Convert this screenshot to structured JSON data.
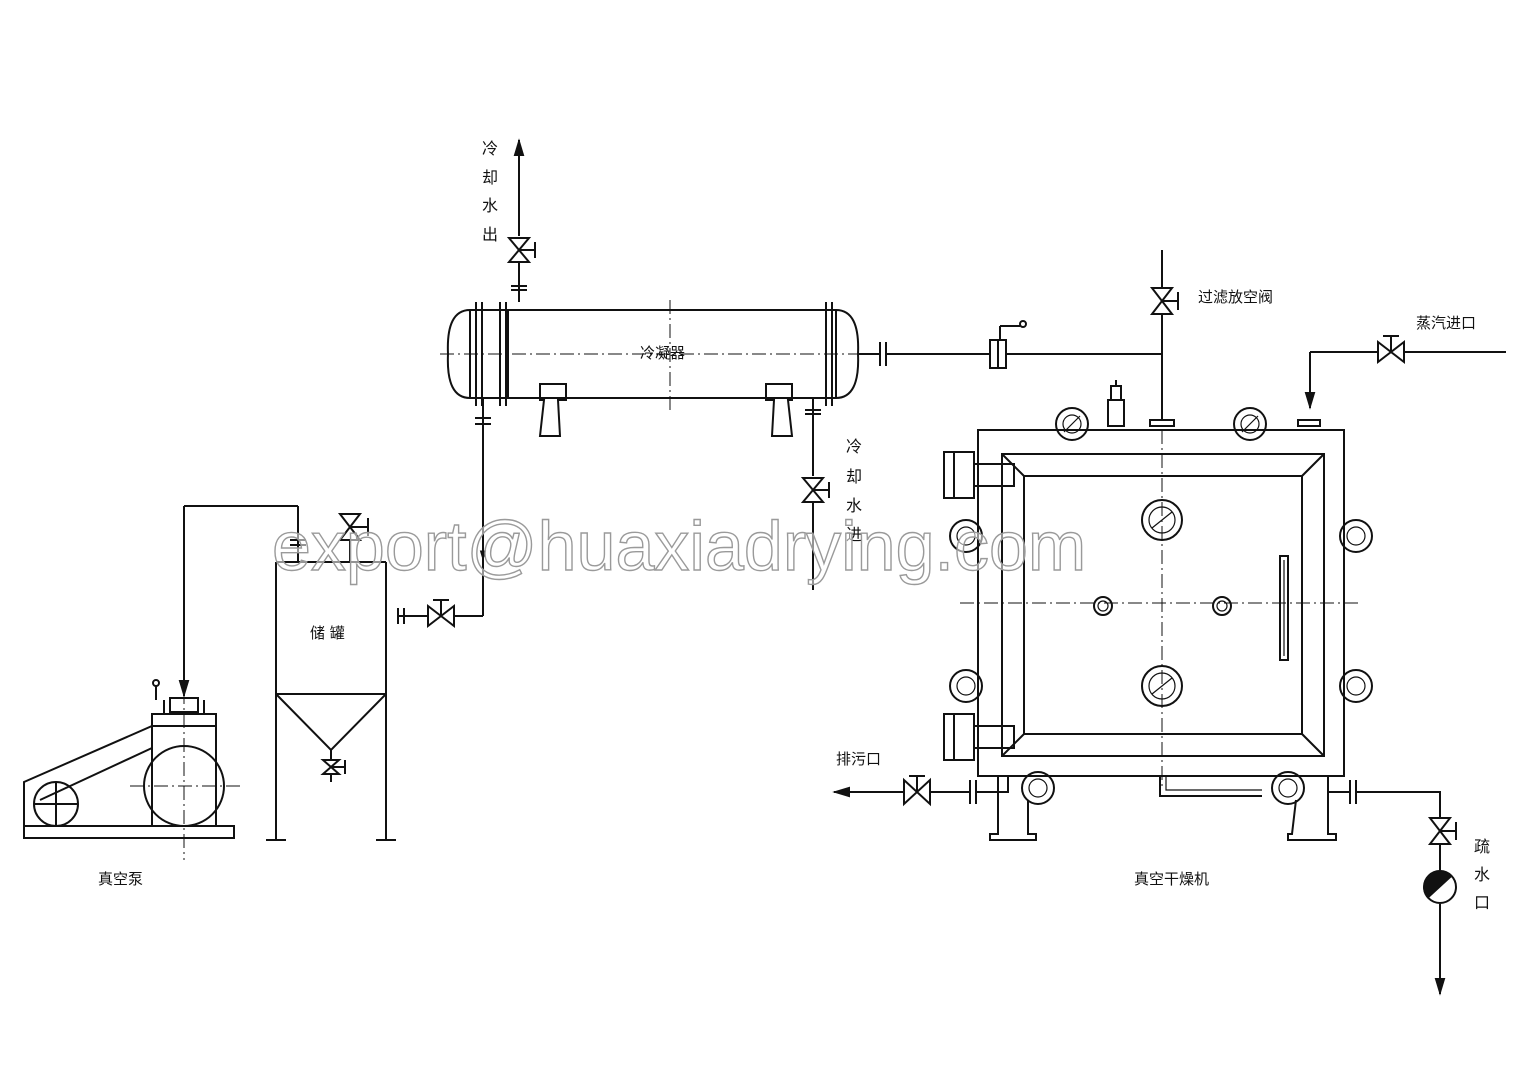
{
  "labels": {
    "cooling_water_out": [
      "冷",
      "却",
      "水",
      "出"
    ],
    "condenser": "冷凝器",
    "cooling_water_in": [
      "冷",
      "却",
      "水",
      "进"
    ],
    "filter_vent_valve": "过滤放空阀",
    "steam_inlet": "蒸汽进口",
    "storage_tank": "储 罐",
    "vacuum_pump": "真空泵",
    "discharge_outlet": "排污口",
    "vacuum_dryer": "真空干燥机",
    "drain_outlet": [
      "疏",
      "水",
      "口"
    ]
  },
  "watermark": "export@huaxiadrying.com"
}
